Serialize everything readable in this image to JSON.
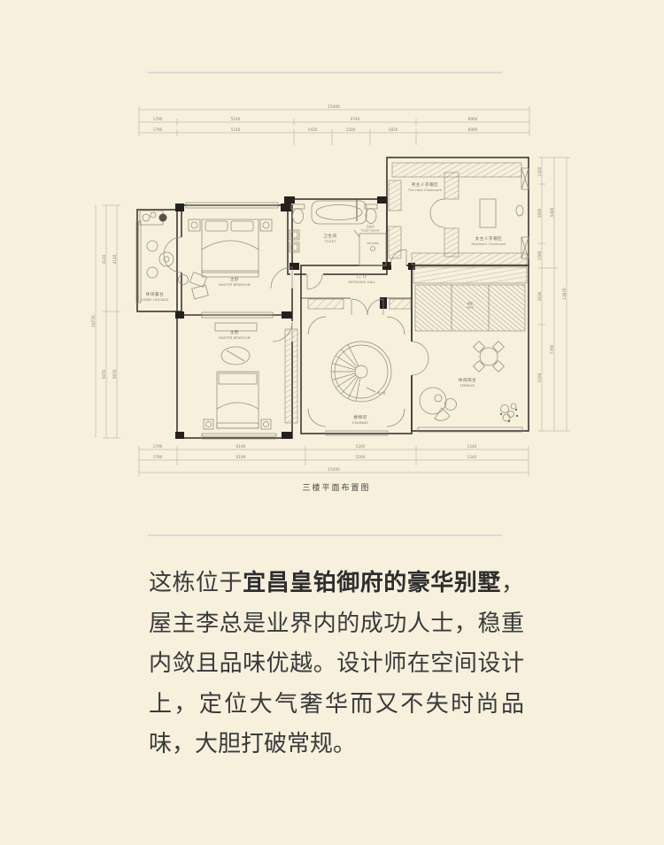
{
  "page": {
    "bg": "#f6f0dd",
    "divider_color": "#dadad6"
  },
  "plan": {
    "caption": "三楼平面布置图",
    "rooms": {
      "lobby": {
        "cn": "休闲露台",
        "en": "LOBBY LUGGAGE"
      },
      "master1": {
        "cn": "主卧",
        "en": "MASTER BEDROOM"
      },
      "master2": {
        "cn": "主卧",
        "en": "MASTER BEDROOM"
      },
      "toilet": {
        "cn": "卫生间",
        "en": "TOILET"
      },
      "toilet_room": {
        "cn": "卫生间",
        "en": "TOILET ROOM"
      },
      "shower": {
        "en": "SHOWER"
      },
      "entrance": {
        "cn": "门 厅",
        "en": "ENTRANCE HALL"
      },
      "host_cloak": {
        "cn": "男主人衣帽区",
        "en": "The Host Cloakroom"
      },
      "hostess_cloak": {
        "cn": "女主人衣帽区",
        "en": "Hostess's Cloakroom"
      },
      "roof": {
        "cn": "屋面",
        "en": "ROOF"
      },
      "terrace": {
        "cn": "休闲阳台",
        "en": "TERRACE"
      },
      "stairway": {
        "cn": "楼梯间",
        "en": "STAIRWAY"
      },
      "stair_note": "往二层"
    },
    "dims": {
      "top_total": "15400",
      "top_row1": [
        "1790",
        "5140",
        "4740",
        "6900"
      ],
      "top_row2": [
        "1790",
        "5140",
        "1420",
        "1500",
        "1820",
        "6900"
      ],
      "bottom_row1": [
        "1790",
        "6190",
        "5200",
        "1240"
      ],
      "bottom_row2": [
        "1790",
        "6190",
        "5200",
        "1240"
      ],
      "bottom_total": "15400",
      "left": [
        "4140",
        "5070"
      ],
      "left_total": "10770",
      "right": [
        "1320",
        "3600",
        "1500",
        "2630",
        "5160"
      ],
      "right_mid": [
        "5400",
        "7790"
      ],
      "right_total": "13870"
    }
  },
  "article": {
    "pre": "这栋位于",
    "bold": "宜昌皇铂御府的豪华别墅",
    "post": "，屋主李总是业界内的成功人士，稳重内敛且品味优越。设计师在空间设计上，定位大气奢华而又不失时尚品味，大胆打破常规。"
  }
}
